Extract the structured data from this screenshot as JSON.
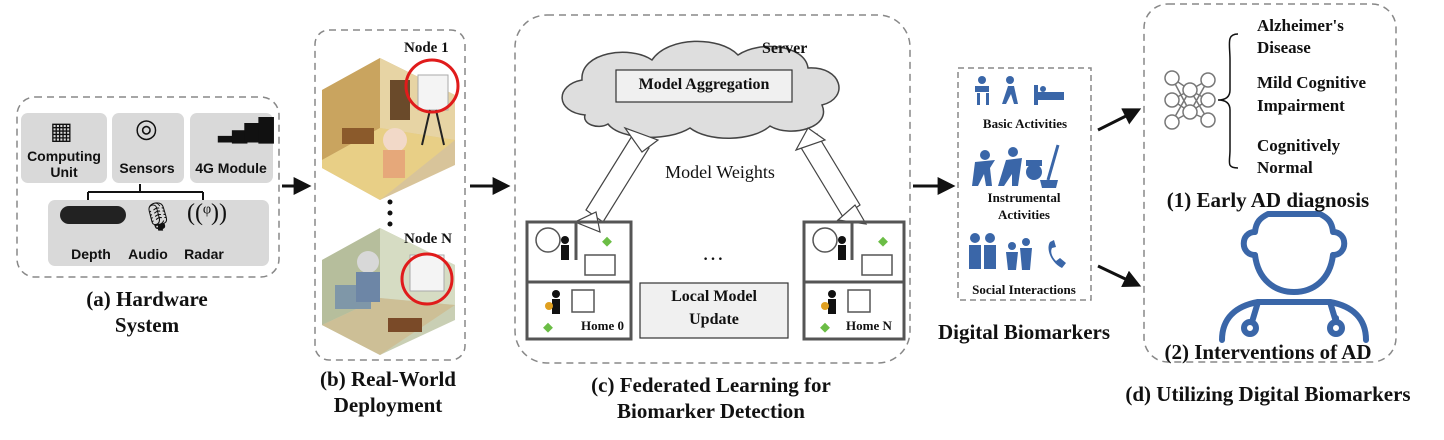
{
  "hardware": {
    "caption_line1": "(a) Hardware",
    "caption_line2": "System",
    "computing_line1": "Computing",
    "computing_line2": "Unit",
    "sensors": "Sensors",
    "module_4g": "4G Module",
    "depth": "Depth",
    "audio": "Audio",
    "radar": "Radar"
  },
  "deployment": {
    "node_1": "Node 1",
    "node_n": "Node N",
    "caption_line1": "(b) Real-World",
    "caption_line2": "Deployment"
  },
  "federated": {
    "server": "Server",
    "model_aggregation": "Model Aggregation",
    "model_weights": "Model Weights",
    "ellipsis": "…",
    "local_update_line1": "Local Model",
    "local_update_line2": "Update",
    "home_0": "Home 0",
    "home_n": "Home N",
    "caption_line1": "(c) Federated Learning for",
    "caption_line2": "Biomarker Detection"
  },
  "biomarkers": {
    "basic": "Basic Activities",
    "instrumental_line1": "Instrumental",
    "instrumental_line2": "Activities",
    "social": "Social Interactions",
    "caption": "Digital Biomarkers"
  },
  "utilizing": {
    "alzheimers_line1": "Alzheimer's",
    "alzheimers_line2": "Disease",
    "mci_line1": "Mild Cognitive",
    "mci_line2": "Impairment",
    "cn_line1": "Cognitively",
    "cn_line2": "Normal",
    "early_diagnosis": "(1) Early AD diagnosis",
    "interventions": "(2) Interventions of AD",
    "caption": "(d) Utilizing Digital Biomarkers"
  },
  "colors": {
    "accent_blue": "#3a66a8",
    "panel_gray": "#d9d9d9",
    "highlight_red": "#e01b1b",
    "dash_gray": "#888888"
  }
}
